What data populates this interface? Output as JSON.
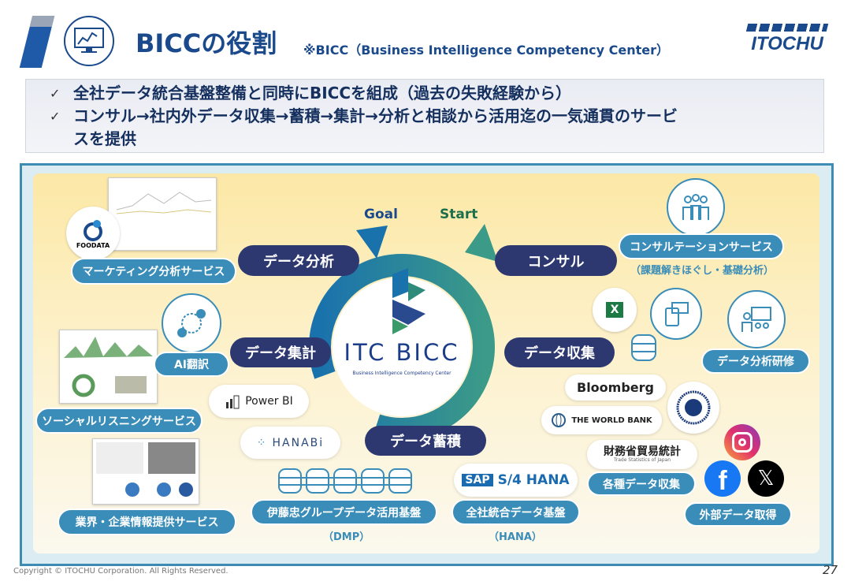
{
  "header": {
    "title": "BICCの役割",
    "subtitle": "※BICC（Business Intelligence Competency Center）",
    "logo": "ITOCHU"
  },
  "bullets": [
    {
      "check": "✓",
      "text": "全社データ統合基盤整備と同時にBICCを組成（過去の失敗経験から）"
    },
    {
      "check": "✓",
      "text": "コンサル→社内外データ収集→蓄積→集計→分析と相談から活用迄の一気通貫のサービ"
    },
    {
      "check": "",
      "text": "スを提供"
    }
  ],
  "cycle": {
    "goal": "Goal",
    "start": "Start",
    "center_title": "ITC BICC",
    "center_sub": "Business Intelligence Competency Center",
    "steps": {
      "consult": "コンサル",
      "collect": "データ収集",
      "store": "データ蓄積",
      "aggregate": "データ集計",
      "analyze": "データ分析"
    }
  },
  "services": {
    "marketing": "マーケティング分析サービス",
    "ai": "AI翻訳",
    "social": "ソーシャルリスニングサービス",
    "industry": "業界・企業情報提供サービス",
    "dmp": "伊藤忠グループデータ活用基盤",
    "dmp_note": "（DMP）",
    "hana": "全社統合データ基盤",
    "hana_note": "（HANA）",
    "consultation": "コンサルテーションサービス",
    "consultation_note": "（課題解きほぐし・基礎分析）",
    "training": "データ分析研修",
    "various": "各種データ収集",
    "external": "外部データ取得"
  },
  "logos": {
    "foodata": "FOODATA",
    "powerbi": "Power BI",
    "hanabi": "HANABi",
    "bloomberg": "Bloomberg",
    "worldbank": "THE WORLD BANK",
    "trade": "財務省貿易統計",
    "trade_sub": "Trade Statistics of Japan",
    "sap": "SAP",
    "s4hana": "S/4 HANA",
    "excel": "X"
  },
  "footer": {
    "copyright": "Copyright © ITOCHU Corporation. All Rights Reserved.",
    "page": "27"
  },
  "colors": {
    "navy": "#2e3870",
    "accent": "#3a8db8",
    "title": "#1b4a8c"
  }
}
